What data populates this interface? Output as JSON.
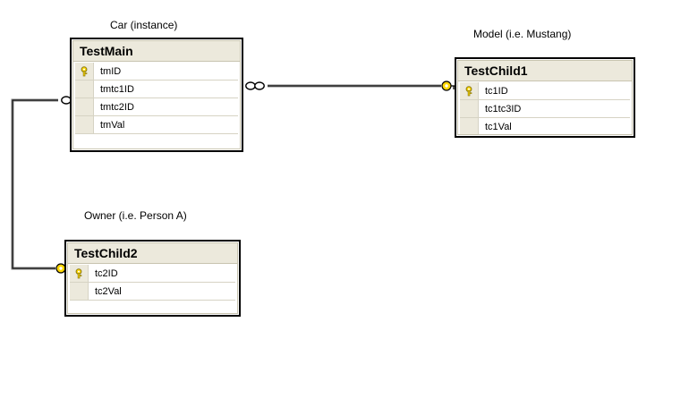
{
  "diagram": {
    "type": "database-er-diagram",
    "background_color": "#ffffff",
    "line_color": "#000000",
    "key_color": "#ffd700",
    "header_color": "#ece9dc"
  },
  "captions": [
    {
      "id": "car",
      "text": "Car (instance)"
    },
    {
      "id": "model",
      "text": "Model (i.e. Mustang)"
    },
    {
      "id": "owner",
      "text": "Owner (i.e. Person A)"
    }
  ],
  "tables": [
    {
      "id": "testmain",
      "title": "TestMain",
      "columns": [
        {
          "name": "tmID",
          "key": true
        },
        {
          "name": "tmtc1ID",
          "key": false
        },
        {
          "name": "tmtc2ID",
          "key": false
        },
        {
          "name": "tmVal",
          "key": false
        }
      ],
      "has_trailing_blank_row": true
    },
    {
      "id": "testchild1",
      "title": "TestChild1",
      "columns": [
        {
          "name": "tc1ID",
          "key": true
        },
        {
          "name": "tc1tc3ID",
          "key": false
        },
        {
          "name": "tc1Val",
          "key": false
        }
      ],
      "has_trailing_blank_row": false
    },
    {
      "id": "testchild2",
      "title": "TestChild2",
      "columns": [
        {
          "name": "tc2ID",
          "key": true
        },
        {
          "name": "tc2Val",
          "key": false
        }
      ],
      "has_trailing_blank_row": true
    }
  ],
  "relationships": [
    {
      "id": "testmain-testchild1",
      "many_side": "TestMain",
      "one_side": "TestChild1",
      "many_marker": "infinity",
      "one_marker": "key"
    },
    {
      "id": "testmain-testchild2",
      "many_side": "TestMain",
      "one_side": "TestChild2",
      "many_marker": "infinity",
      "one_marker": "key"
    }
  ]
}
